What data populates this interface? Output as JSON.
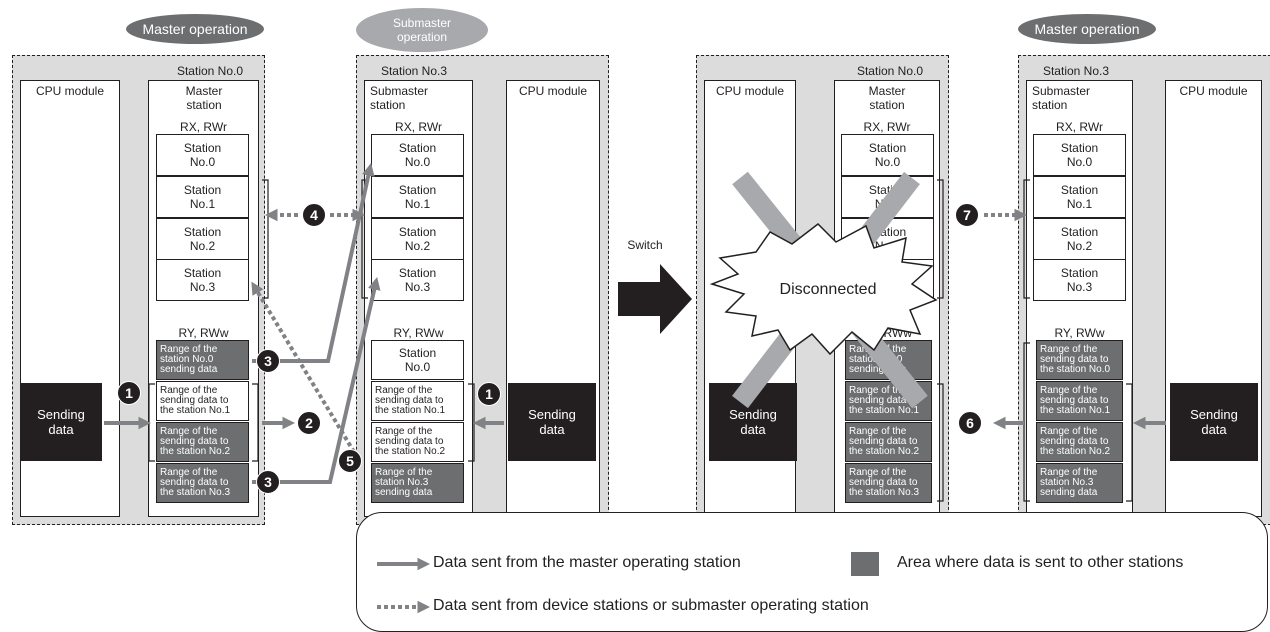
{
  "labels": {
    "master_operation": "Master operation",
    "submaster_operation": "Submaster operation",
    "station_no0": "Station No.0",
    "station_no3": "Station No.3",
    "cpu_module": "CPU module",
    "master_station": "Master station",
    "submaster_station": "Submaster station",
    "rx_rwr": "RX, RWr",
    "ry_rww": "RY, RWw",
    "sending_data": "Sending data",
    "switch": "Switch",
    "disconnected": "Disconnected"
  },
  "rx_cells": [
    "Station No.0",
    "Station No.1",
    "Station No.2",
    "Station No.3"
  ],
  "range_lines": {
    "own0": [
      "Range of the",
      "station No.0",
      "sending data"
    ],
    "own3": [
      "Range of the",
      "station No.3",
      "sending data"
    ],
    "to1": [
      "Range of the",
      "sending data to",
      "the station No.1"
    ],
    "to2": [
      "Range of the",
      "sending data to",
      "the station No.2"
    ],
    "to3": [
      "Range of the",
      "sending data to",
      "the station No.3"
    ],
    "to0": [
      "Range of the",
      "sending data to",
      "the station No.0"
    ]
  },
  "ry_station0": "Station No.0",
  "markers": [
    "1",
    "2",
    "3",
    "4",
    "5",
    "6",
    "7"
  ],
  "legend": {
    "solid": "Data sent from the master operating station",
    "area": "Area where data is sent to other stations",
    "dotted": "Data sent from device stations or submaster operating station"
  },
  "colors": {
    "panel": "#dcdcdc",
    "dark_cell": "#6d6e70",
    "black": "#231f20",
    "arrow": "#808285",
    "cross": "#a7a9ac"
  }
}
